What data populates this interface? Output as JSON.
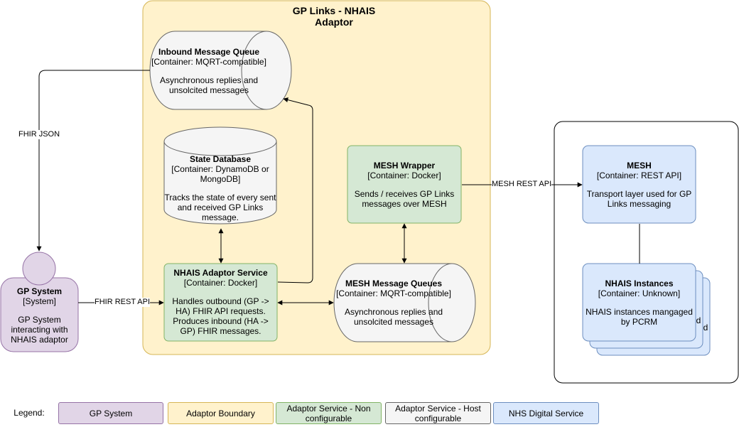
{
  "boundary": {
    "title_line1": "GP Links - NHAIS",
    "title_line2": "Adaptor"
  },
  "inbound_queue": {
    "title": "Inbound Message Queue",
    "type": "[Container: MQRT-compatible]",
    "desc_line1": "Asynchronous replies and",
    "desc_line2": "unsolcited messages"
  },
  "state_db": {
    "title": "State Database",
    "type_line1": "[Container: DynamoDB or",
    "type_line2": "MongoDB]",
    "desc_line1": "Tracks the state of every sent",
    "desc_line2": "and received GP Links",
    "desc_line3": "message."
  },
  "mesh_wrapper": {
    "title": "MESH Wrapper",
    "type": "[Container: Docker]",
    "desc_line1": "Sends / receives GP Links",
    "desc_line2": "messages over MESH"
  },
  "nhais_service": {
    "title": "NHAIS Adaptor Service",
    "type": "[Container: Docker]",
    "desc_line1": "Handles outbound (GP ->",
    "desc_line2": "HA) FHIR API requests.",
    "desc_line3": "Produces inbound (HA ->",
    "desc_line4": "GP) FHIR messages."
  },
  "mesh_queues": {
    "title": "MESH Message Queues",
    "type": "[Container: MQRT-compatible]",
    "desc_line1": "Asynchronous replies and",
    "desc_line2": "unsolcited messages"
  },
  "mesh": {
    "title": "MESH",
    "type": "[Container: REST API]",
    "desc_line1": "Transport layer used for GP",
    "desc_line2": "Links messaging"
  },
  "nhais_instances": {
    "title": "NHAIS Instances",
    "type": "[Container: Unknown]",
    "desc_line1": "NHAIS instances mangaged",
    "desc_line2": "by PCRM",
    "stack_fragment_1": "d",
    "stack_fragment_2": "d"
  },
  "gp_system": {
    "title": "GP System",
    "type": "[System]",
    "desc_line1": "GP System",
    "desc_line2": "interacting with",
    "desc_line3": "NHAIS adaptor"
  },
  "edges": {
    "fhir_json": "FHIR JSON",
    "fhir_rest_api": "FHIR REST API",
    "mesh_rest_api": "MESH REST API"
  },
  "legend": {
    "label": "Legend:",
    "items": [
      {
        "line1": "GP System",
        "line2": ""
      },
      {
        "line1": "Adaptor Boundary",
        "line2": ""
      },
      {
        "line1": "Adaptor Service - Non",
        "line2": "configurable"
      },
      {
        "line1": "Adaptor Service - Host",
        "line2": "configurable"
      },
      {
        "line1": "NHS Digital Service",
        "line2": ""
      }
    ]
  },
  "colors": {
    "boundary_fill": "#fff2cc",
    "boundary_stroke": "#d6b656",
    "green_fill": "#d5e8d4",
    "green_stroke": "#82b366",
    "grey_fill": "#f5f5f5",
    "grey_stroke": "#666666",
    "blue_fill": "#dae8fc",
    "blue_stroke": "#6c8ebf",
    "purple_fill": "#e1d5e7",
    "purple_stroke": "#9673a6"
  }
}
